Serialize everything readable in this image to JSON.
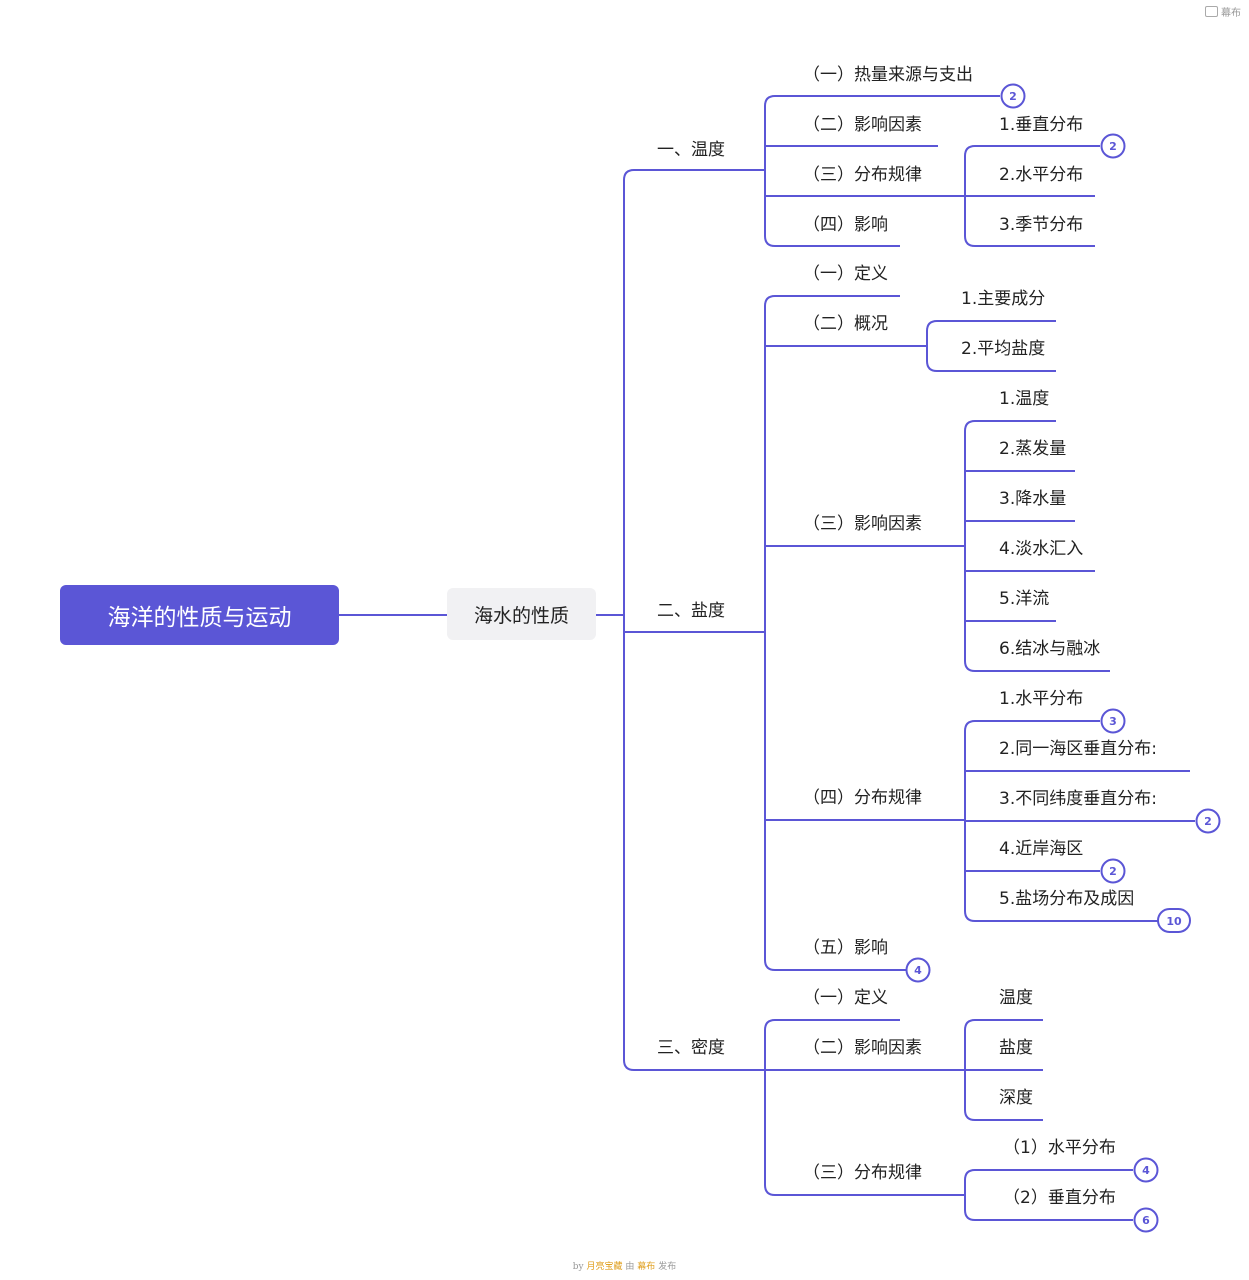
{
  "brand": "幕布",
  "root": "海洋的性质与运动",
  "sub": "海水的性质",
  "sections": {
    "temp": "一、温度",
    "salt": "二、盐度",
    "dens": "三、密度"
  },
  "temp": {
    "i1": "（一）热量来源与支出",
    "i2": "（二）影响因素",
    "i3": "（三）分布规律",
    "i4": "（四）影响",
    "dist": [
      "1.垂直分布",
      "2.水平分布",
      "3.季节分布"
    ]
  },
  "salt": {
    "i1": "（一）定义",
    "i2": "（二）概况",
    "overview": [
      "1.主要成分",
      "2.平均盐度"
    ],
    "i3": "（三）影响因素",
    "factors": [
      "1.温度",
      "2.蒸发量",
      "3.降水量",
      "4.淡水汇入",
      "5.洋流",
      "6.结冰与融冰"
    ],
    "i4": "（四）分布规律",
    "dist": [
      "1.水平分布",
      "2.同一海区垂直分布:",
      "3.不同纬度垂直分布:",
      "4.近岸海区",
      "5.盐场分布及成因"
    ],
    "i5": "（五）影响"
  },
  "dens": {
    "i1": "（一）定义",
    "i2": "（二）影响因素",
    "factors": [
      "温度",
      "盐度",
      "深度"
    ],
    "i3": "（三）分布规律",
    "dist": [
      "（1）水平分布",
      "（2）垂直分布"
    ]
  },
  "badges": {
    "temp_i1": "2",
    "temp_dist": "2",
    "salt_d1": "3",
    "salt_d3": "2",
    "salt_d4": "2",
    "salt_d5": "10",
    "salt_i5": "4",
    "dens_d1": "4",
    "dens_d2": "6"
  },
  "footer": {
    "by": "by",
    "author": "月亮宝藏",
    "mid": "由",
    "brand": "幕布",
    "suffix": "发布"
  },
  "colors": {
    "accent": "#5b56d6",
    "root_bg": "#5b56d6",
    "sub_bg": "#f1f1f3",
    "badge_accent": "#5b56d6"
  }
}
